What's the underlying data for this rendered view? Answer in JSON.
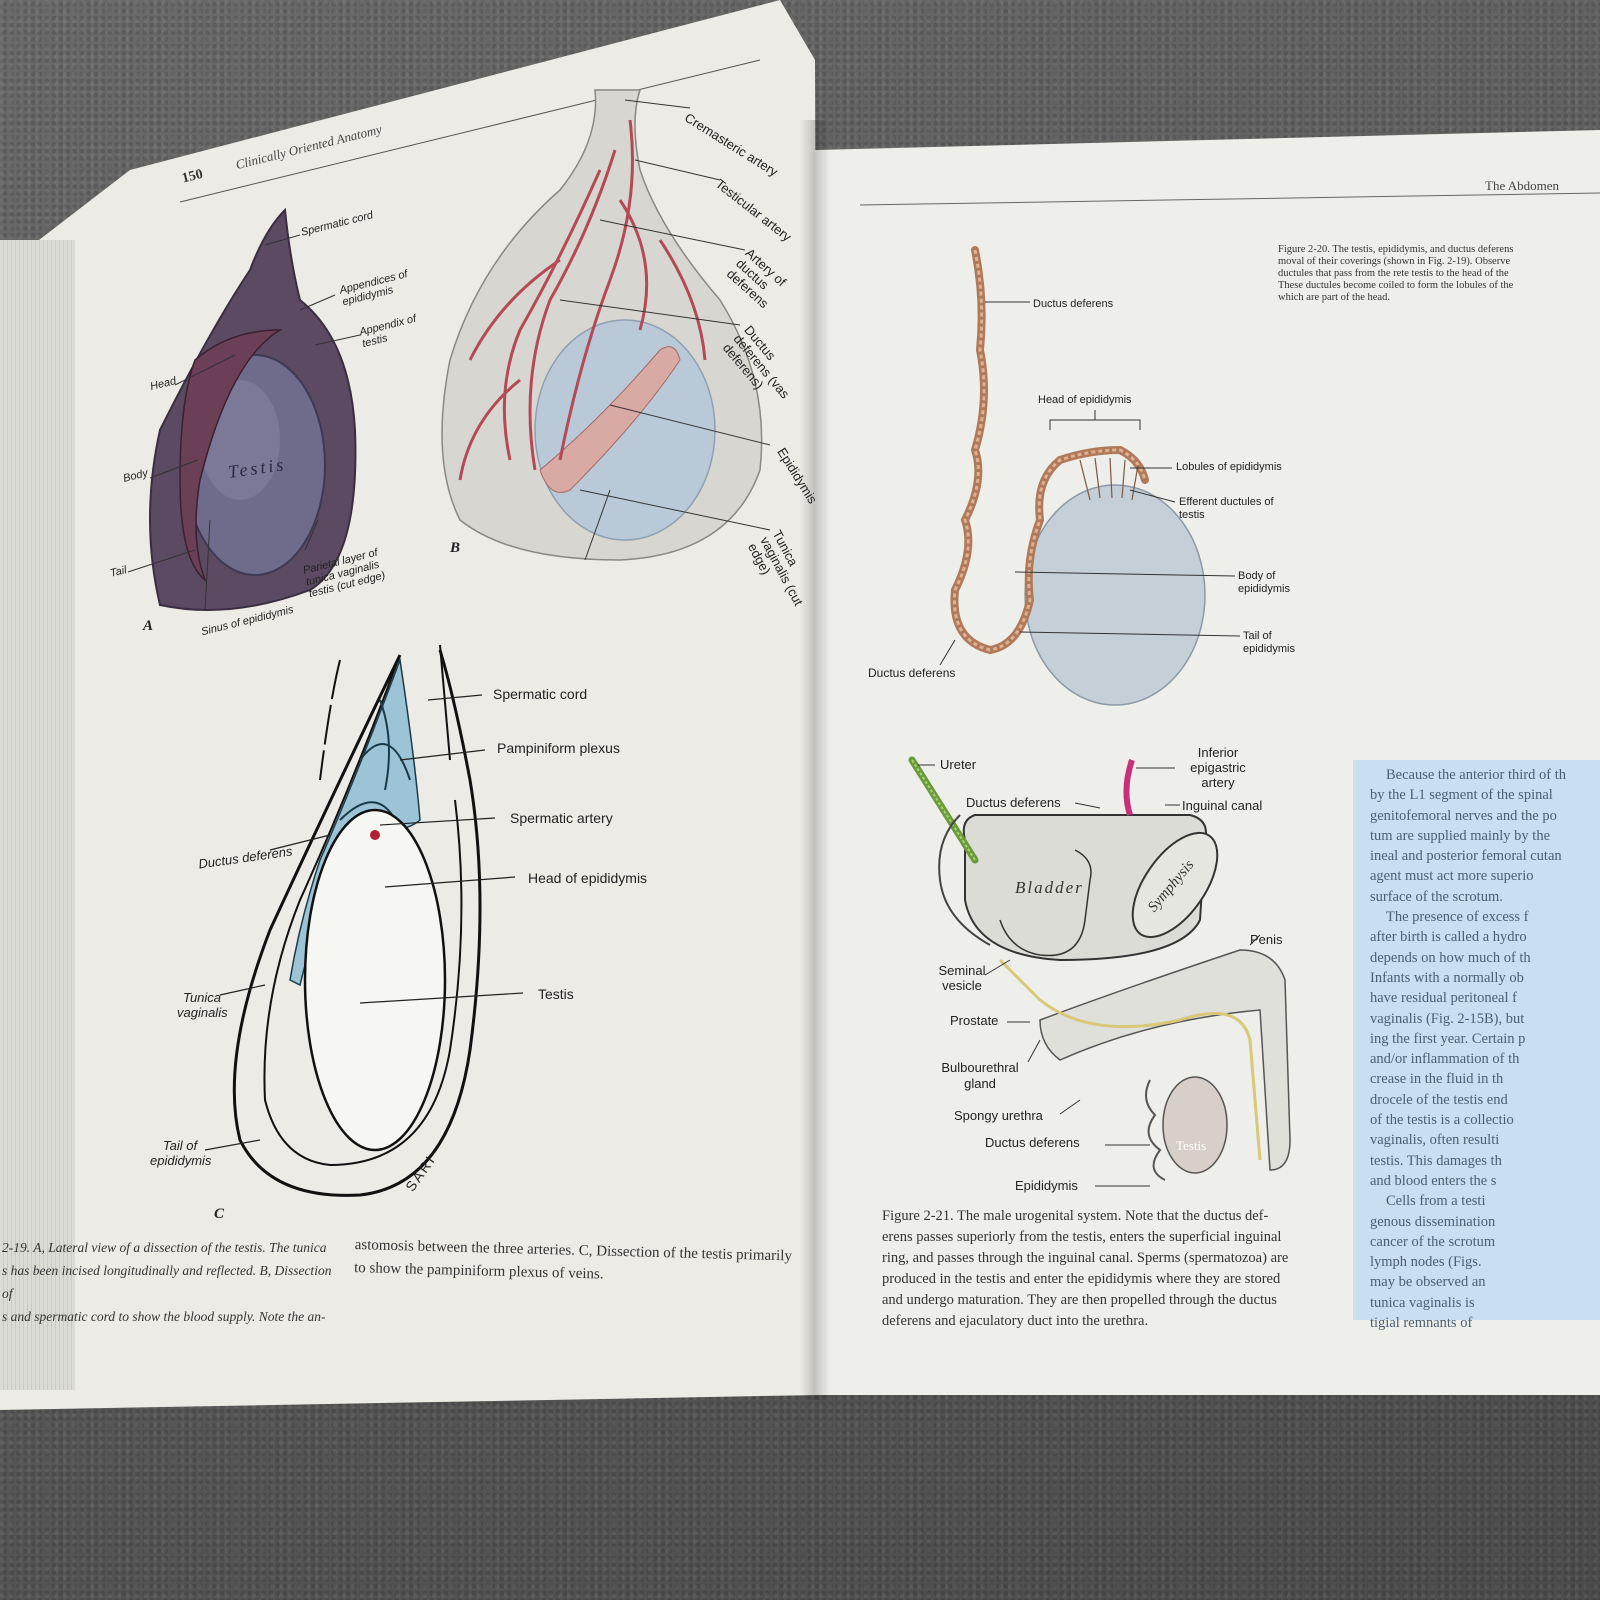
{
  "left_page": {
    "page_number": "150",
    "running_head": "Clinically Oriented Anatomy",
    "figA": {
      "panel": "A",
      "organ_label": "Testis",
      "labels": {
        "spermatic_cord": "Spermatic cord",
        "appendices": "Appendices of epididymis",
        "appendix_testis": "Appendix of testis",
        "head": "Head",
        "body": "Body",
        "tail": "Tail",
        "sinus": "Sinus of epididymis",
        "parietal": "Parietal layer of tunica vaginalis testis (cut edge)"
      }
    },
    "figB": {
      "panel": "B",
      "labels": {
        "cremasteric": "Cremasteric artery",
        "testicular": "Testicular artery",
        "artery_ductus": "Artery of ductus deferens",
        "ductus": "Ductus deferens (vas deferens)",
        "epididymis": "Epididymis",
        "tunica": "Tunica vaginalis (cut edge)"
      }
    },
    "figC": {
      "panel": "C",
      "signature": "SARI",
      "labels": {
        "spermatic_cord": "Spermatic cord",
        "pampiniform": "Pampiniform plexus",
        "spermatic_artery": "Spermatic artery",
        "ductus": "Ductus deferens",
        "head_epi": "Head of epididymis",
        "tunica": "Tunica vaginalis",
        "testis": "Testis",
        "tail": "Tail of epididymis"
      }
    },
    "caption_lines": [
      "2-19.  A, Lateral view of a dissection of the testis. The tunica",
      "s has been incised longitudinally and reflected. B, Dissection of",
      "s and spermatic cord to show the blood supply. Note the an-"
    ],
    "caption_cont_lines": [
      "astomosis between the three arteries. C, Dissection of the testis primarily",
      "to show the pampiniform plexus of veins."
    ]
  },
  "right_page": {
    "running_head": "The Abdomen",
    "fig20": {
      "caption_lines": [
        "Figure 2-20.   The testis, epididymis, and ductus deferens",
        "moval of their coverings (shown in Fig. 2-19). Observe",
        "ductules that pass from the rete testis to the head of the",
        "These ductules become coiled to form the lobules of the",
        "which are part of the head."
      ],
      "labels": {
        "ductus_top": "Ductus deferens",
        "head": "Head of epididymis",
        "lobules": "Lobules of epididymis",
        "efferent": "Efferent ductules of testis",
        "body": "Body of epididymis",
        "tail": "Tail of epididymis",
        "ductus_bottom": "Ductus deferens"
      }
    },
    "fig21": {
      "organ_bladder": "Bladder",
      "organ_symphysis": "Symphysis",
      "organ_testis": "Testis",
      "labels": {
        "ureter": "Ureter",
        "inferior_epigastric": "Inferior epigastric artery",
        "ductus": "Ductus deferens",
        "inguinal": "Inguinal canal",
        "penis": "Penis",
        "seminal": "Seminal vesicle",
        "prostate": "Prostate",
        "bulbourethral": "Bulbourethral gland",
        "spongy": "Spongy urethra",
        "ductus2": "Ductus deferens",
        "epididymis": "Epididymis"
      },
      "caption_lines": [
        "Figure 2-21.   The male urogenital system. Note that the ductus def-",
        "erens passes superiorly from the testis, enters the superficial inguinal",
        "ring, and passes through the inguinal canal. Sperms (spermatozoa) are",
        "produced in the testis and enter the epididymis where they are stored",
        "and undergo maturation. They are then propelled through the ductus",
        "deferens and ejaculatory duct into the urethra."
      ]
    },
    "sidebar_lines": [
      "Because the anterior third of th",
      "by the L1 segment of the spinal",
      "genitofemoral nerves and the po",
      "tum are supplied mainly by the",
      "ineal and posterior femoral cutan",
      "agent must act more superio",
      "surface of the scrotum.",
      "The presence of excess f",
      "after birth is called a hydro",
      "depends on how much of th",
      "Infants with a normally ob",
      "have residual peritoneal f",
      "vaginalis (Fig. 2-15B), but",
      "ing the first year. Certain p",
      "and/or inflammation of th",
      "crease in the fluid in th",
      "drocele of the testis end",
      "of the testis is a collectio",
      "vaginalis, often resulti",
      "testis. This damages th",
      "and blood enters the s",
      "Cells from a testi",
      "genous dissemination",
      "cancer of the scrotum",
      "lymph nodes (Figs.",
      "may be observed an",
      "tunica vaginalis is",
      "tigial remnants of"
    ]
  }
}
